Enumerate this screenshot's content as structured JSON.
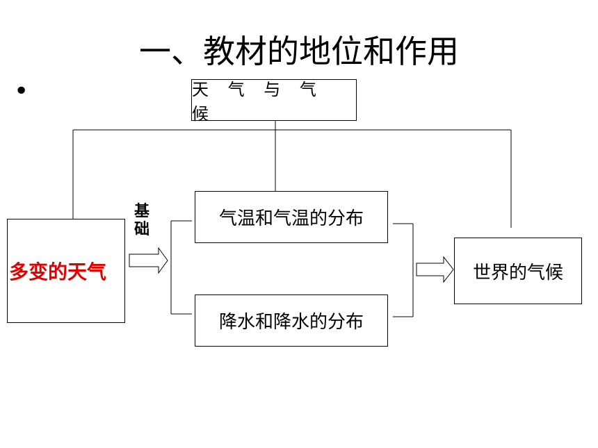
{
  "title": "一、教材的地位和作用",
  "bullet": "•",
  "boxes": {
    "top": "天 气 与 气 候",
    "weather": "多变的天气",
    "temperature": "气温和气温的分布",
    "precipitation": "降水和降水的分布",
    "climate": "世界的气候"
  },
  "basis_label": "基础",
  "colors": {
    "weather_text": "#e00000",
    "lines": "#000000"
  }
}
